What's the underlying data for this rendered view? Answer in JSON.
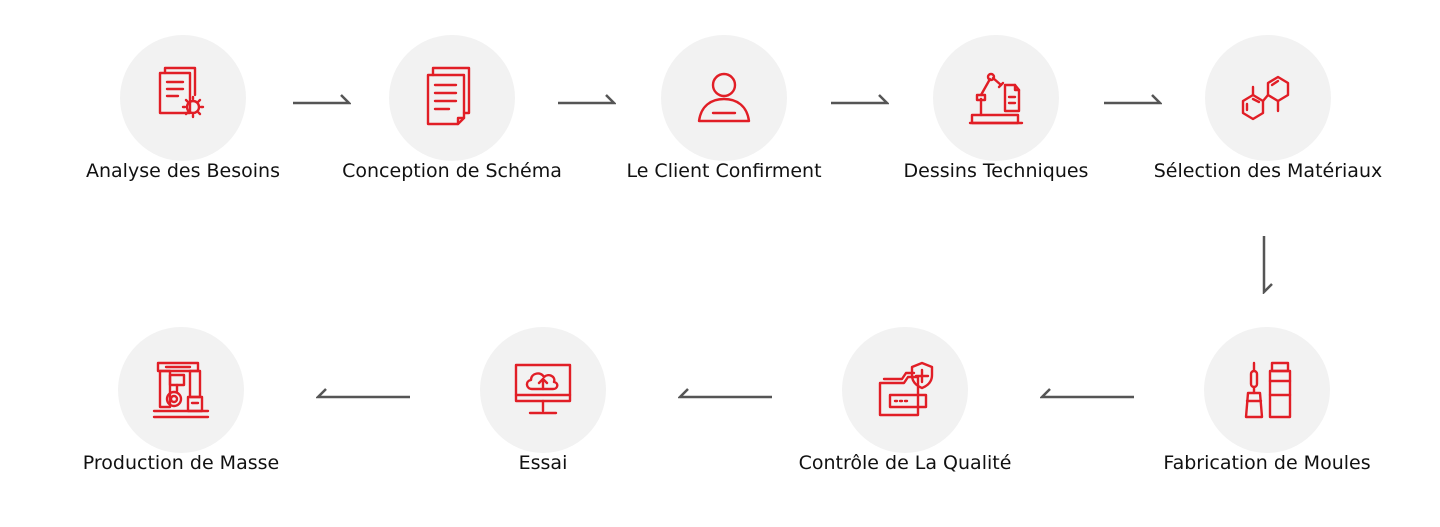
{
  "colors": {
    "accent": "#e11e26",
    "circle": "#f2f2f2",
    "arrow": "#555555",
    "text": "#111111"
  },
  "steps": [
    {
      "label": "Analyse des Besoins",
      "icon": "document-gear-icon"
    },
    {
      "label": "Conception de Schéma",
      "icon": "documents-icon"
    },
    {
      "label": "Le Client Confirment",
      "icon": "person-icon"
    },
    {
      "label": "Dessins Techniques",
      "icon": "robot-arm-document-icon"
    },
    {
      "label": "Sélection des Matériaux",
      "icon": "molecule-icon"
    },
    {
      "label": "Fabrication de Moules",
      "icon": "cosmetic-bottles-icon"
    },
    {
      "label": "Contrôle de La Qualité",
      "icon": "folder-shield-icon"
    },
    {
      "label": "Essai",
      "icon": "monitor-cloud-upload-icon"
    },
    {
      "label": "Production de Masse",
      "icon": "machine-icon"
    }
  ]
}
